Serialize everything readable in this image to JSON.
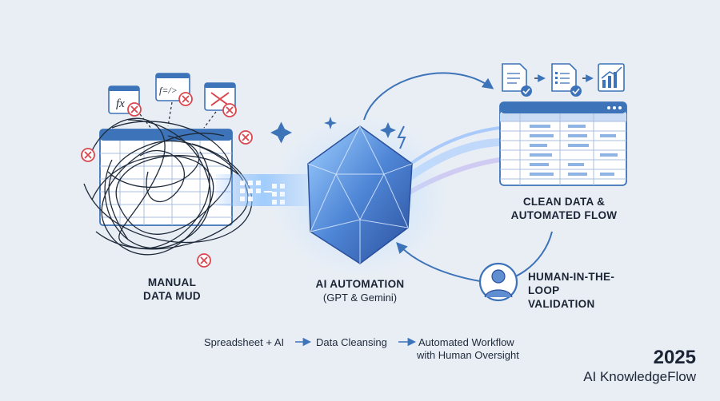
{
  "left": {
    "title_line1": "MANUAL",
    "title_line2": "DATA MUD",
    "formula_fx": "fx",
    "formula_text": "f=/>"
  },
  "center": {
    "title": "AI AUTOMATION",
    "subtitle": "(GPT & Gemini)"
  },
  "right": {
    "title_line1": "CLEAN DATA &",
    "title_line2": "AUTOMATED FLOW"
  },
  "human": {
    "line1": "HUMAN-IN-THE-",
    "line2": "LOOP",
    "line3": "VALIDATION"
  },
  "flow": {
    "step1": "Spreadsheet + AI",
    "step2": "Data Cleansing",
    "step3_line1": "Automated Workflow",
    "step3_line2": "with Human Oversight"
  },
  "brand": {
    "year": "2025",
    "name": "AI KnowledgeFlow"
  },
  "colors": {
    "background": "#e9eef5",
    "accent": "#3d73b8",
    "error": "#d9474f",
    "gem": "#4f86d6"
  }
}
